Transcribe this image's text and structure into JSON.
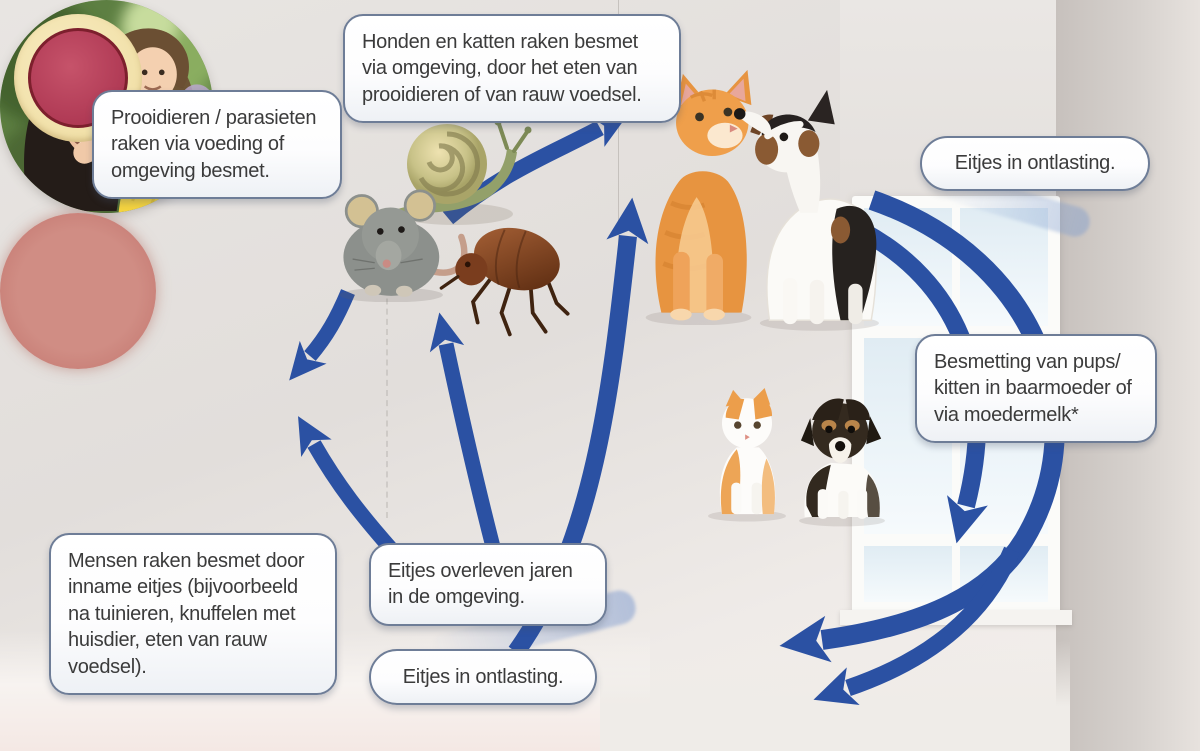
{
  "diagram": {
    "boxes": {
      "dogs_cats": "Honden en katten raken besmet via omgeving, door het eten van prooidieren of van rauw voedsel.",
      "prey": "Prooidieren / parasieten raken via voeding of omgeving besmet.",
      "eggs_feces_right": "Eitjes in ontlasting.",
      "pups": "Besmetting van pups/ kitten in baarmoeder of via moedermelk*",
      "humans": "Mensen raken besmet door inname eitjes (bijvoorbeeld na tuinieren, knuffelen met huisdier, eten van rauw voedsel).",
      "eggs_survive": "Eitjes overleven jaren in de omgeving.",
      "eggs_feces_bottom": "Eitjes in ontlasting."
    },
    "figures": [
      "snail",
      "rat",
      "flea",
      "cat",
      "dog",
      "kitten",
      "puppy",
      "woman-with-child-photo",
      "parasite-egg"
    ],
    "connections": [
      {
        "from": "prey-animals",
        "to": "dog-cat"
      },
      {
        "from": "environment-eggs",
        "to": "dog-cat"
      },
      {
        "from": "prey-animals",
        "to": "human"
      },
      {
        "from": "environment-eggs",
        "to": "human"
      },
      {
        "from": "environment-eggs",
        "to": "prey-animals"
      },
      {
        "from": "dog-cat-feces",
        "to": "egg"
      },
      {
        "from": "mother-animal",
        "to": "pups-kittens"
      },
      {
        "from": "pups-kittens-feces",
        "to": "egg"
      }
    ],
    "colors": {
      "arrow_blue": "#2b51a3",
      "box_border": "#6e7d97",
      "box_fill": "#ffffff",
      "text": "#3b3b3b",
      "egg_outer": "#c9837b",
      "egg_ring": "#f3e4b0",
      "egg_inner": "#b03a55"
    }
  }
}
